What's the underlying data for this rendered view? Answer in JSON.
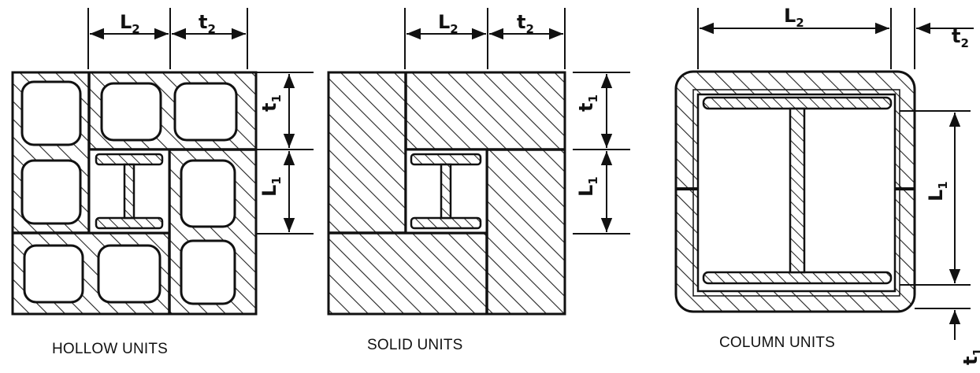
{
  "figures": [
    {
      "caption": "HOLLOW UNITS"
    },
    {
      "caption": "SOLID UNITS"
    },
    {
      "caption": "COLUMN UNITS"
    }
  ],
  "dimensions": {
    "L": "L",
    "t": "t",
    "sub1": "1",
    "sub2": "2"
  }
}
